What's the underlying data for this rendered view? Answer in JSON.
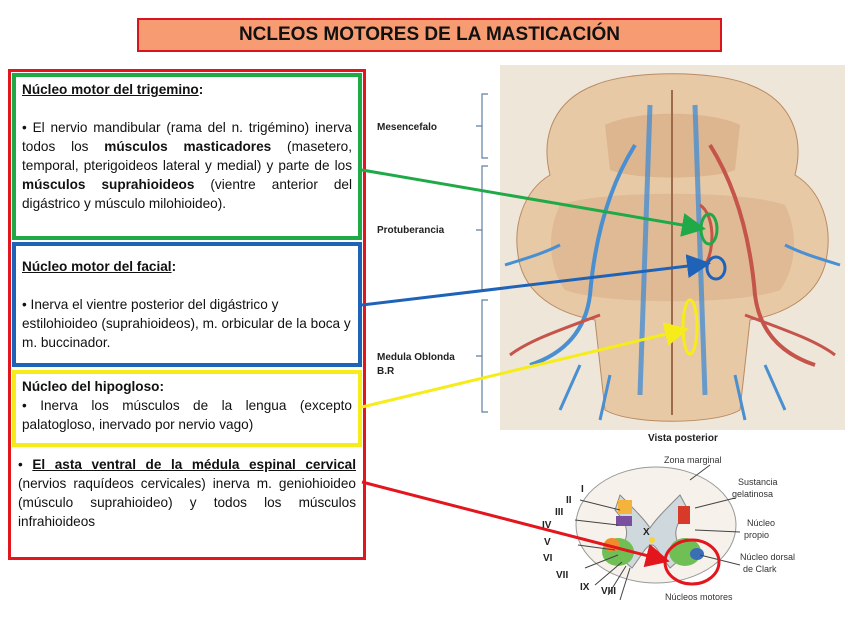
{
  "title": "NCLEOS MOTORES DE LA MASTICACIÓN",
  "trigemino": {
    "heading": "Núcleo motor del trigemino",
    "colon": ":",
    "t1": "• El nervio mandibular (rama del n. trigémino) inerva todos los ",
    "b1": "músculos masticadores",
    "t2": " (masetero, temporal, pterigoideos lateral y medial) y parte de los ",
    "b2": "músculos suprahioideos",
    "t3": " (vientre anterior del digástrico y músculo milohioideo)."
  },
  "facial": {
    "heading": "Núcleo motor del facial",
    "colon": ":",
    "text": "• Inerva el vientre posterior del digástrico y estilohioideo (suprahioideos), m. orbicular de la boca y m. buccinador."
  },
  "hipogloso": {
    "heading": "Núcleo del hipogloso:",
    "text": "• Inerva los músculos de la lengua (excepto palatogloso, inervado por nervio vago)"
  },
  "asta": {
    "bullet": "• ",
    "heading": "El asta ventral de la médula espinal cervical",
    "text": " (nervios raquídeos cervicales) inerva m. geniohioideo (músculo suprahioideo) y todos los músculos infrahioideos"
  },
  "brainstem_labels": {
    "mesencefalo": "Mesencefalo",
    "protuberancia": "Protuberancia",
    "medula_1": "Medula Oblonda",
    "medula_2": "B.R",
    "vista": "Vista posterior"
  },
  "spinal_labels": {
    "zona_marginal": "Zona marginal",
    "sustancia_1": "Sustancia",
    "sustancia_2": "gelatinosa",
    "nucleo_propio_1": "Núcleo",
    "nucleo_propio_2": "propio",
    "nucleo_dorsal_1": "Núcleo dorsal",
    "nucleo_dorsal_2": "de Clark",
    "nucleos_motores": "Núcleos motores",
    "laminae": [
      "I",
      "II",
      "III",
      "IV",
      "V",
      "VI",
      "VII",
      "IX",
      "VIII",
      "X"
    ]
  },
  "colors": {
    "green": "#20a947",
    "blue": "#1e63b8",
    "yellow": "#f6ec1a",
    "red": "#e3161d",
    "title_bg": "#f79c72"
  }
}
